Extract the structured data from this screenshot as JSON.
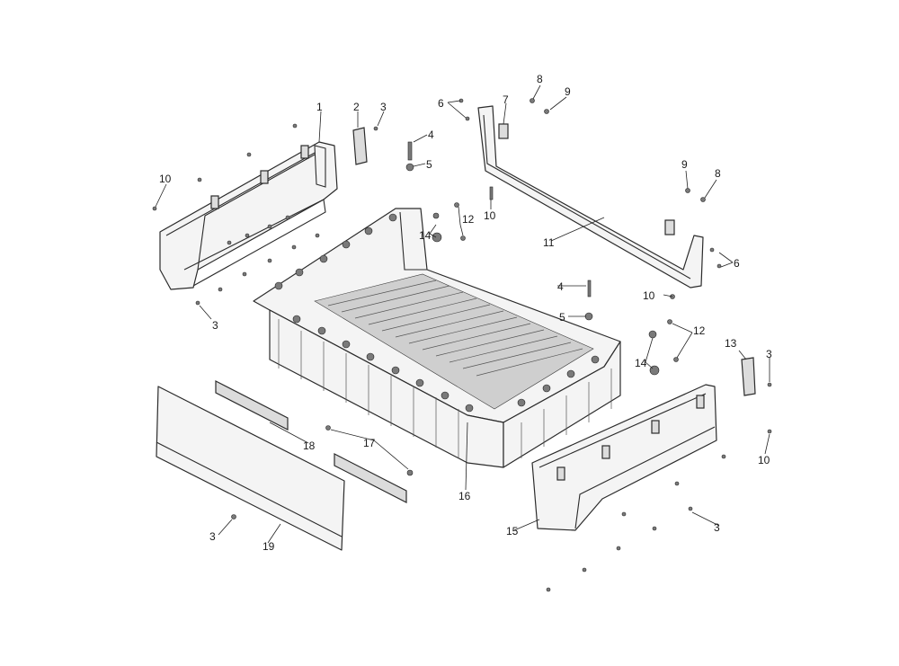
{
  "callouts": [
    {
      "id": "c1",
      "text": "1"
    },
    {
      "id": "c2",
      "text": "2"
    },
    {
      "id": "c3a",
      "text": "3"
    },
    {
      "id": "c3b",
      "text": "3"
    },
    {
      "id": "c3c",
      "text": "3"
    },
    {
      "id": "c3d",
      "text": "3"
    },
    {
      "id": "c3e",
      "text": "3"
    },
    {
      "id": "c4a",
      "text": "4"
    },
    {
      "id": "c4b",
      "text": "4"
    },
    {
      "id": "c5a",
      "text": "5"
    },
    {
      "id": "c5b",
      "text": "5"
    },
    {
      "id": "c6a",
      "text": "6"
    },
    {
      "id": "c6b",
      "text": "6"
    },
    {
      "id": "c7",
      "text": "7"
    },
    {
      "id": "c8a",
      "text": "8"
    },
    {
      "id": "c8b",
      "text": "8"
    },
    {
      "id": "c9a",
      "text": "9"
    },
    {
      "id": "c9b",
      "text": "9"
    },
    {
      "id": "c10a",
      "text": "10"
    },
    {
      "id": "c10b",
      "text": "10"
    },
    {
      "id": "c10c",
      "text": "10"
    },
    {
      "id": "c10d",
      "text": "10"
    },
    {
      "id": "c11",
      "text": "11"
    },
    {
      "id": "c12a",
      "text": "12"
    },
    {
      "id": "c12b",
      "text": "12"
    },
    {
      "id": "c13",
      "text": "13"
    },
    {
      "id": "c14a",
      "text": "14"
    },
    {
      "id": "c14b",
      "text": "14"
    },
    {
      "id": "c15",
      "text": "15"
    },
    {
      "id": "c16",
      "text": "16"
    },
    {
      "id": "c17",
      "text": "17"
    },
    {
      "id": "c18",
      "text": "18"
    },
    {
      "id": "c19",
      "text": "19"
    }
  ],
  "colors": {
    "line": "#2b2b2b",
    "panel_fill": "#f4f4f4",
    "bed_floor": "#cfcfcf",
    "background": "#ffffff"
  }
}
